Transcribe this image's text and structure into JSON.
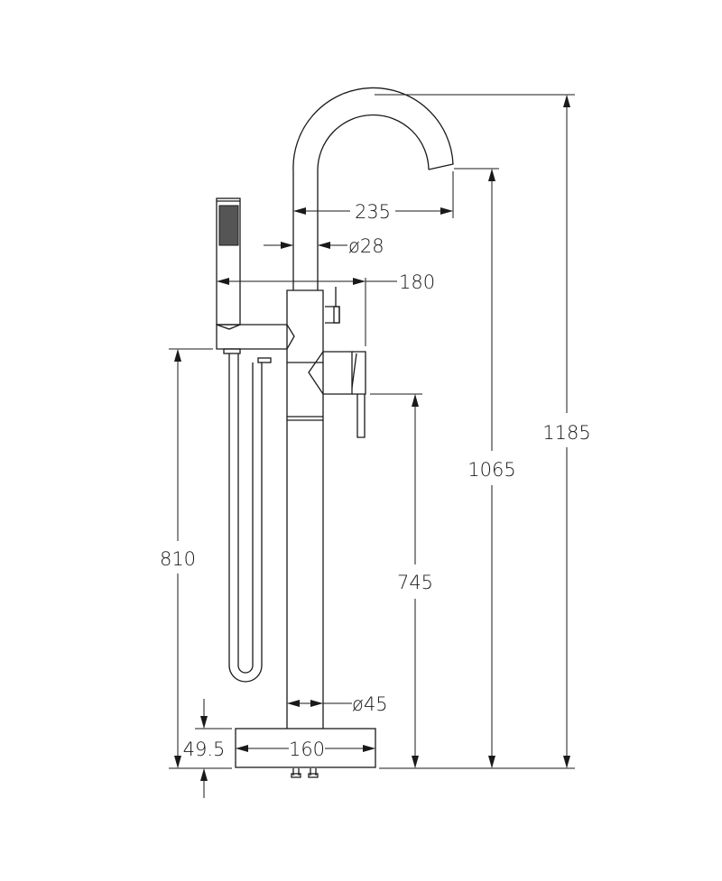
{
  "drawing": {
    "subject": "Freestanding bath mixer with hand shower",
    "units": "mm",
    "colors": {
      "line": "#1a1a1a",
      "background": "#ffffff"
    }
  },
  "dimensions": {
    "spout_reach": "235",
    "spout_pipe_diameter": "ø28",
    "handshower_to_body": "180",
    "overall_height": "1185",
    "spout_outlet_height": "1065",
    "lever_height": "745",
    "handshower_holder_height": "810",
    "column_diameter": "ø45",
    "base_width": "160",
    "base_height": "49.5"
  }
}
